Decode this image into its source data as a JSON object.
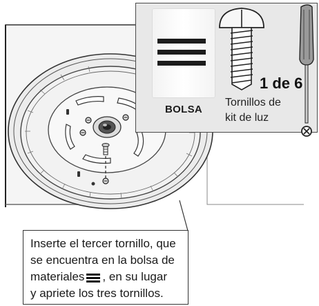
{
  "panel": {
    "bag_label": "BOLSA",
    "count_label": "1 de 6",
    "screw_label_line1": "Tornillos de",
    "screw_label_line2": "kit de luz"
  },
  "callout": {
    "line1": "Inserte el tercer tornillo, que",
    "line2": "se encuentra en la bolsa de",
    "line3_before_icon": "materiales",
    "line3_after_icon": ", en su lugar",
    "line4": "y apriete los tres tornillos."
  },
  "icons": {
    "bag": "bag-icon",
    "screw": "screw-icon",
    "screwdriver": "screwdriver-icon",
    "inline_bag": "bag-symbol-icon"
  }
}
